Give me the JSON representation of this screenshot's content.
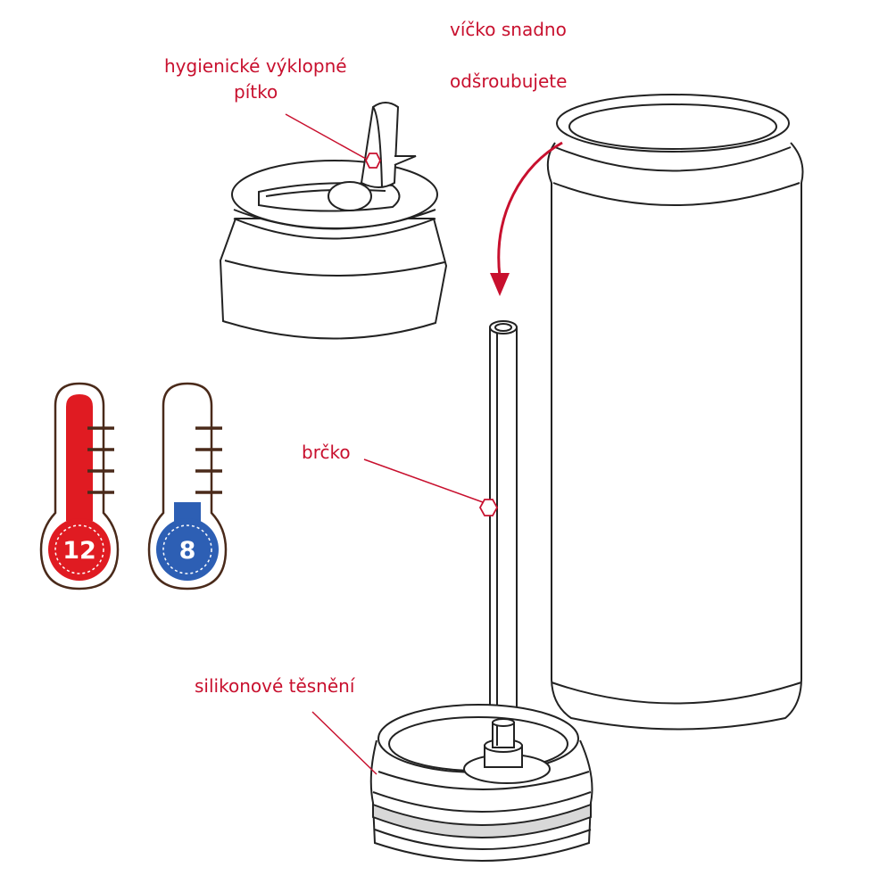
{
  "labels": {
    "straw_lid_line1": "hygienické výklopné",
    "straw_lid_line2": "pítko",
    "lid_unscrew_line1": "víčko snadno",
    "lid_unscrew_line2": "odšroubujete",
    "straw": "brčko",
    "silicone_seal": "silikonové těsnění"
  },
  "thermometers": {
    "hot_hours": "12",
    "cold_hours": "8"
  },
  "colors": {
    "label_text": "#c8102e",
    "line_art": "#222222",
    "thermo_outline": "#4a2a1a",
    "hot_fill": "#e01b22",
    "cold_fill": "#2d5fb4",
    "seal_band": "#d8d8d8"
  }
}
